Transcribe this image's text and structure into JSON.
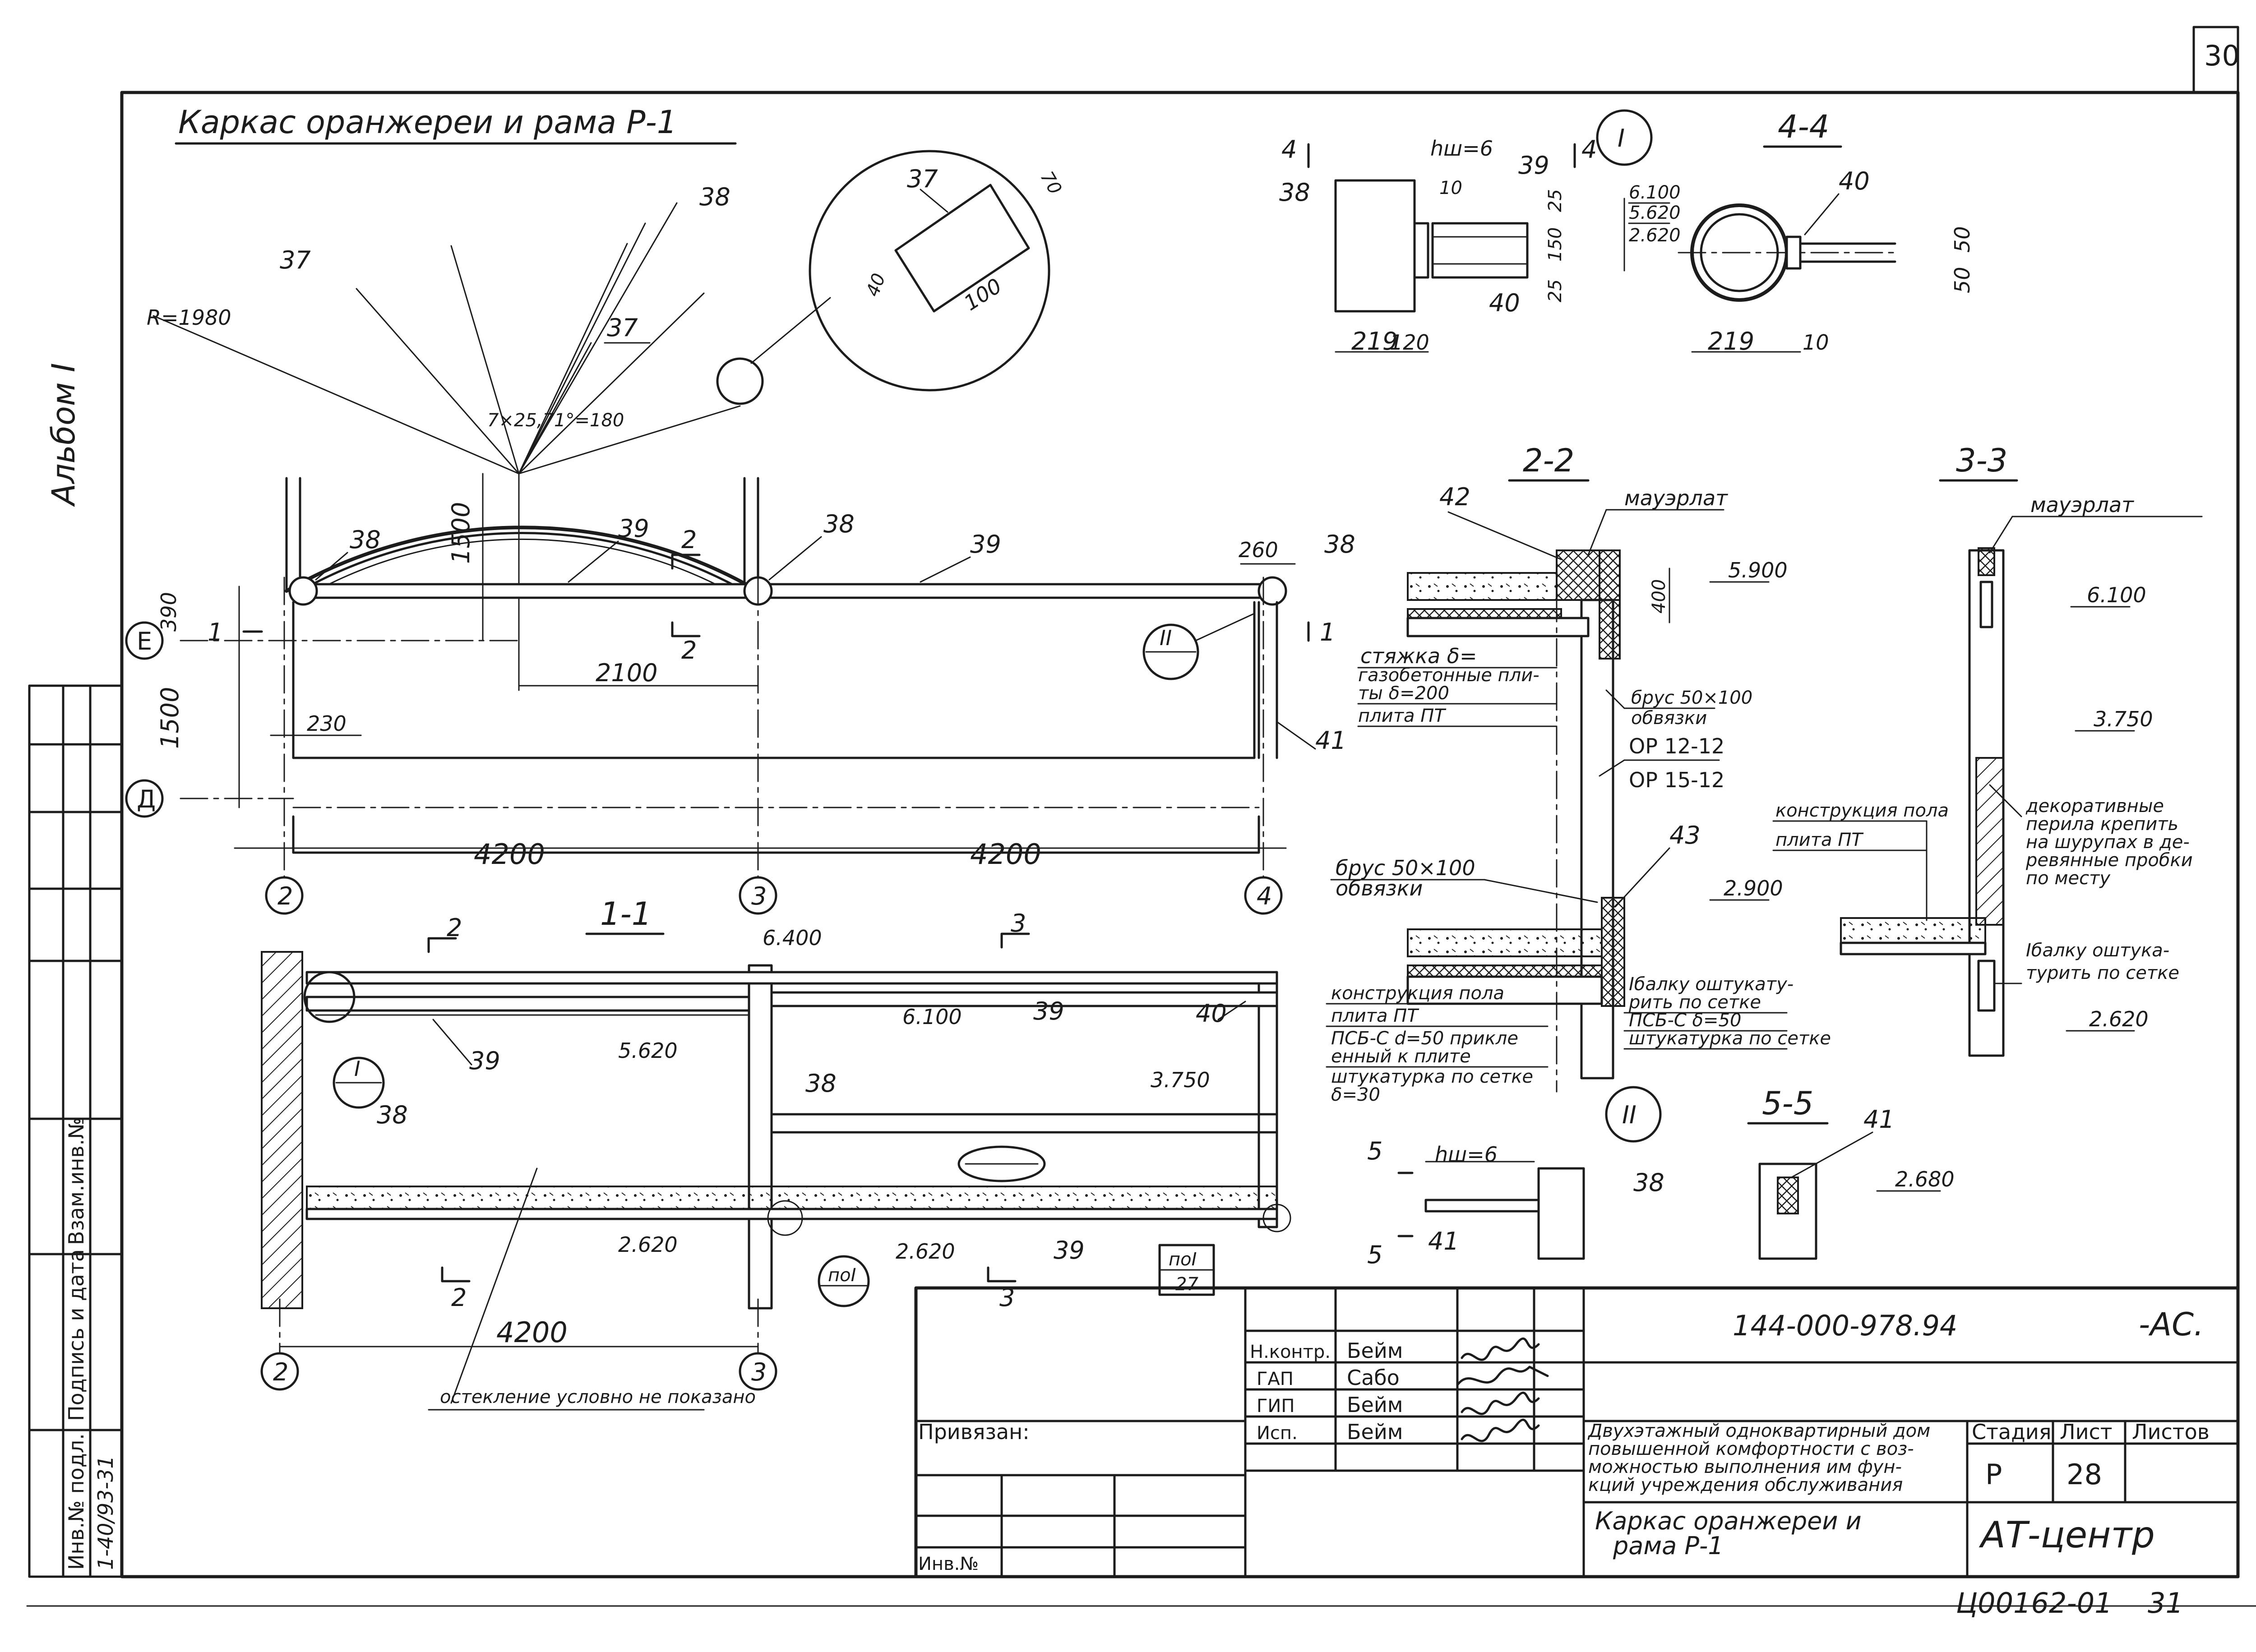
{
  "sheet": {
    "page_number": "30",
    "album_label": "Альбом I",
    "bottom_code": "Ц00162-01",
    "bottom_number": "31"
  },
  "main_title": "Каркас оранжереи и рама Р-1",
  "plan": {
    "radius": "R=1980",
    "angle": "7×25,71°=180",
    "marks": {
      "m37a": "37",
      "m37b": "37",
      "m38a": "38",
      "m38b": "38",
      "m38c": "38",
      "m38d": "38",
      "m39a": "39",
      "m39b": "39",
      "m41": "41"
    },
    "dims": {
      "d1500v": "1500",
      "d2100": "2100",
      "d260": "260",
      "d230": "230",
      "d390": "390",
      "d1500l": "1500",
      "d4200a": "4200",
      "d4200b": "4200"
    },
    "axes": {
      "ax2": "2",
      "ax3": "3",
      "ax4": "4",
      "axE": "Е",
      "axD": "Д"
    },
    "sections": {
      "s2": "2",
      "s2b": "2",
      "s1": "1",
      "s1b": "1"
    },
    "callout_ii": "II"
  },
  "detail_circle": {
    "mark": "37",
    "d40": "40",
    "d100": "100",
    "d70": "70"
  },
  "section_1_1": {
    "title": "1-1",
    "elev": {
      "e6400": "6.400",
      "e6100": "6.100",
      "e5620": "5.620",
      "e3750": "3.750",
      "e2620a": "2.620",
      "e2620b": "2.620"
    },
    "marks": {
      "m39a": "39",
      "m39b": "39",
      "m39c": "39",
      "m38a": "38",
      "m38b": "38",
      "m40": "40"
    },
    "cuts": {
      "c2a": "2",
      "c2b": "2",
      "c3a": "3",
      "c3b": "3"
    },
    "dim4200": "4200",
    "axes": {
      "ax2": "2",
      "ax3": "3"
    },
    "callouts": {
      "i": "I",
      "poI": "поI",
      "poI27a": "поI",
      "poI27b": "27"
    },
    "note": "остекление условно не показано"
  },
  "detail_I": {
    "callout": "I",
    "hw": "hш=6",
    "marks": {
      "m38": "38",
      "m39": "39",
      "m40": "40",
      "m4a": "4",
      "m4b": "4"
    },
    "dims": {
      "d10": "10",
      "d25a": "25",
      "d150": "150",
      "d25b": "25",
      "d219": "219",
      "d120": "120"
    }
  },
  "section_4_4": {
    "title": "4-4",
    "mark40": "40",
    "elev": {
      "e6100": "6.100",
      "e5620": "5.620",
      "e2620": "2.620"
    },
    "dims": {
      "d219": "219",
      "d10": "10",
      "d50": "50",
      "d50b": "50"
    }
  },
  "section_2_2": {
    "title": "2-2",
    "labels": {
      "mauerlat": "мауэрлат",
      "screed": "стяжка δ=",
      "gasconcrete1": "газобетонные пли-",
      "gasconcrete2": "ты δ=200",
      "slab": "плита ПТ",
      "beam1": "брус 50×100",
      "beam2": "обвязки",
      "op1": "ОР 12-12",
      "op2": "ОР 15-12",
      "beamb1": "брус 50×100",
      "beamb2": "обвязки",
      "floor": "конструкция пола",
      "slab2": "плита ПТ",
      "psb1": "ПСБ-С d=50 прикле",
      "psb2": "енный к плите",
      "plaster1": "штукатурка по сетке",
      "plaster2": "δ=30",
      "ibeam1": "Iбалку оштукату-",
      "ibeam2": "рить по сетке",
      "psb3": "ПСБ-С δ=50",
      "plaster3": "штукатурка по сетке"
    },
    "marks": {
      "m42": "42",
      "m43": "43"
    },
    "elev": {
      "e5900": "5.900",
      "e2900": "2.900"
    },
    "d400": "400"
  },
  "section_3_3": {
    "title": "3-3",
    "labels": {
      "mauerlat": "мауэрлат",
      "floor": "конструкция пола",
      "slab": "плита ПТ",
      "rail1": "декоративные",
      "rail2": "перила крепить",
      "rail3": "на шурупах в де-",
      "rail4": "ревянные пробки",
      "rail5": "по месту",
      "ibeam1": "Iбалку оштука-",
      "ibeam2": "турить по сетке"
    },
    "elev": {
      "e6100": "6.100",
      "e3750": "3.750",
      "e2620": "2.620"
    }
  },
  "detail_II": {
    "callout": "II",
    "hw": "hш=6",
    "marks": {
      "m38": "38",
      "m41": "41",
      "m5a": "5",
      "m5b": "5"
    }
  },
  "section_5_5": {
    "title": "5-5",
    "mark41": "41",
    "elev": "2.680"
  },
  "stamp": {
    "doc_code": "144-000-978.94",
    "doc_suffix": "-АС.",
    "project_title": [
      "Двухэтажный одноквартирный дом",
      "повышенной комфортности с воз-",
      "можностью выполнения им фун-",
      "кций учреждения обслуживания"
    ],
    "drawing_title": [
      "Каркас оранжереи и",
      "рама Р-1"
    ],
    "company": "АТ-центр",
    "privyazan": "Привязан:",
    "inv": "Инв.№",
    "stage_hdr": "Стадия",
    "sheet_hdr": "Лист",
    "sheets_hdr": "Листов",
    "stage": "Р",
    "sheet": "28",
    "roles": [
      {
        "role": "Н.контр.",
        "name": "Бейм"
      },
      {
        "role": "ГАП",
        "name": "Сабо"
      },
      {
        "role": "ГИП",
        "name": "Бейм"
      },
      {
        "role": "Исп.",
        "name": "Бейм"
      }
    ]
  },
  "side_stamp": {
    "vzam": "Взам.инв.№",
    "podp": "Подпись и дата",
    "inv": "Инв.№ подл.",
    "inv_val": "1-40/93-31"
  }
}
